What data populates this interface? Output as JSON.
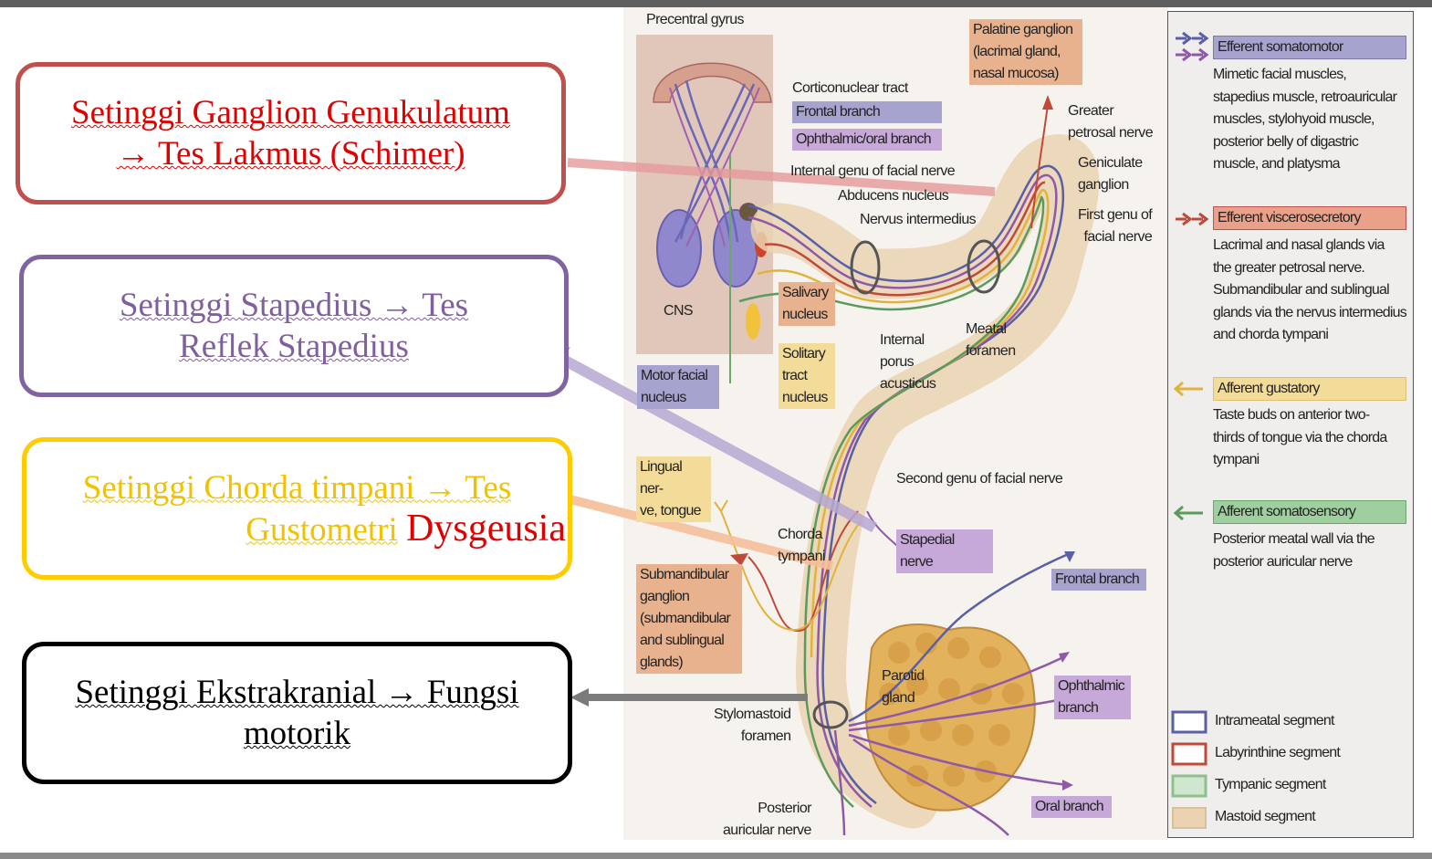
{
  "boxes": {
    "genikulatum": {
      "line1": "Setinggi Ganglion Genukulatum",
      "line2": "→ Tes Lakmus (Schimer)"
    },
    "stapedius": {
      "line1": "Setinggi Stapedius → Tes",
      "line2": "Reflek Stapedius"
    },
    "chorda": {
      "line1": "Setinggi Chorda timpani → Tes",
      "line2a": "Gustometri",
      "line2b": "Dysgeusia"
    },
    "ekstrakranial": {
      "line1": "Setinggi Ekstrakranial → Fungsi",
      "line2": "motorik"
    }
  },
  "diagram_labels": {
    "precentral_gyrus": "Precentral gyrus",
    "corticonuclear_tract": "Corticonuclear tract",
    "frontal_branch_top": "Frontal branch",
    "ophthalmic_oral_branch": "Ophthalmic/oral branch",
    "internal_genu": "Internal genu of facial nerve",
    "abducens_nucleus": "Abducens nucleus",
    "nervus_intermedius": "Nervus intermedius",
    "palatine_ganglion": [
      "Palatine ganglion",
      "(lacrimal gland,",
      "nasal mucosa)"
    ],
    "greater_petrosal": [
      "Greater",
      "petrosal nerve"
    ],
    "geniculate_ganglion": [
      "Geniculate",
      "ganglion"
    ],
    "first_genu": [
      "First genu of",
      "facial nerve"
    ],
    "cns": "CNS",
    "salivary_nucleus": [
      "Salivary",
      "nucleus"
    ],
    "solitary_tract": [
      "Solitary",
      "tract",
      "nucleus"
    ],
    "motor_facial_nucleus": [
      "Motor facial",
      "nucleus"
    ],
    "internal_porus": [
      "Internal",
      "porus",
      "acusticus"
    ],
    "meatal_foramen": [
      "Meatal",
      "foramen"
    ],
    "second_genu": "Second genu of facial nerve",
    "lingual_nerve": [
      "Lingual ner-",
      "ve, tongue"
    ],
    "chorda_tympani": [
      "Chorda",
      "tympani"
    ],
    "stapedial_nerve": "Stapedial nerve",
    "submandibular_ganglion": [
      "Submandibular",
      "ganglion",
      "(submandibular",
      "and sublingual",
      "glands)"
    ],
    "frontal_branch": "Frontal branch",
    "parotid_gland": [
      "Parotid",
      "gland"
    ],
    "ophthalmic_branch": [
      "Ophthalmic",
      "branch"
    ],
    "stylomastoid_foramen": [
      "Stylomastoid",
      "foramen"
    ],
    "posterior_auricular": [
      "Posterior",
      "auricular nerve"
    ],
    "oral_branch": "Oral branch"
  },
  "legend": {
    "efferent_somatomotor": {
      "title": "Efferent somatomotor",
      "desc": [
        "Mimetic facial muscles,",
        "stapedius muscle, retroauricular",
        "muscles, stylohyoid muscle,",
        "posterior belly of digastric",
        "muscle, and platysma"
      ]
    },
    "efferent_viscerosecretory": {
      "title": "Efferent viscerosecretory",
      "desc": [
        "Lacrimal and nasal glands via",
        "the greater petrosal nerve.",
        "Submandibular and sublingual",
        "glands via the nervus intermedius",
        "and chorda tympani"
      ]
    },
    "afferent_gustatory": {
      "title": "Afferent gustatory",
      "desc": [
        "Taste buds on anterior two-",
        "thirds of tongue via the chorda",
        "tympani"
      ]
    },
    "afferent_somatosensory": {
      "title": "Afferent somatosensory",
      "desc": [
        "Posterior meatal wall via the",
        "posterior auricular nerve"
      ]
    },
    "segments": [
      "Intrameatal segment",
      "Labyrinthine segment",
      "Tympanic segment",
      "Mastoid segment"
    ]
  },
  "colors": {
    "red_box": "#c0504d",
    "purple_box": "#8064a2",
    "yellow_box": "#ffcc00",
    "black_box": "#000000",
    "red_text": "#e00000",
    "purple_text": "#7f5fa0",
    "yellow_text": "#f2c200",
    "tag_purple": "#a7a3cf",
    "tag_violet": "#c6a9d8",
    "tag_orange": "#e9b28f",
    "tag_yellow": "#f3dc9a",
    "tag_green": "#9fcf9e",
    "nerve_blue": "#5a5fa8",
    "nerve_purple": "#9058a8",
    "nerve_red": "#c04a3a",
    "nerve_yellow": "#e0b43a",
    "nerve_green": "#5a9a5a"
  }
}
